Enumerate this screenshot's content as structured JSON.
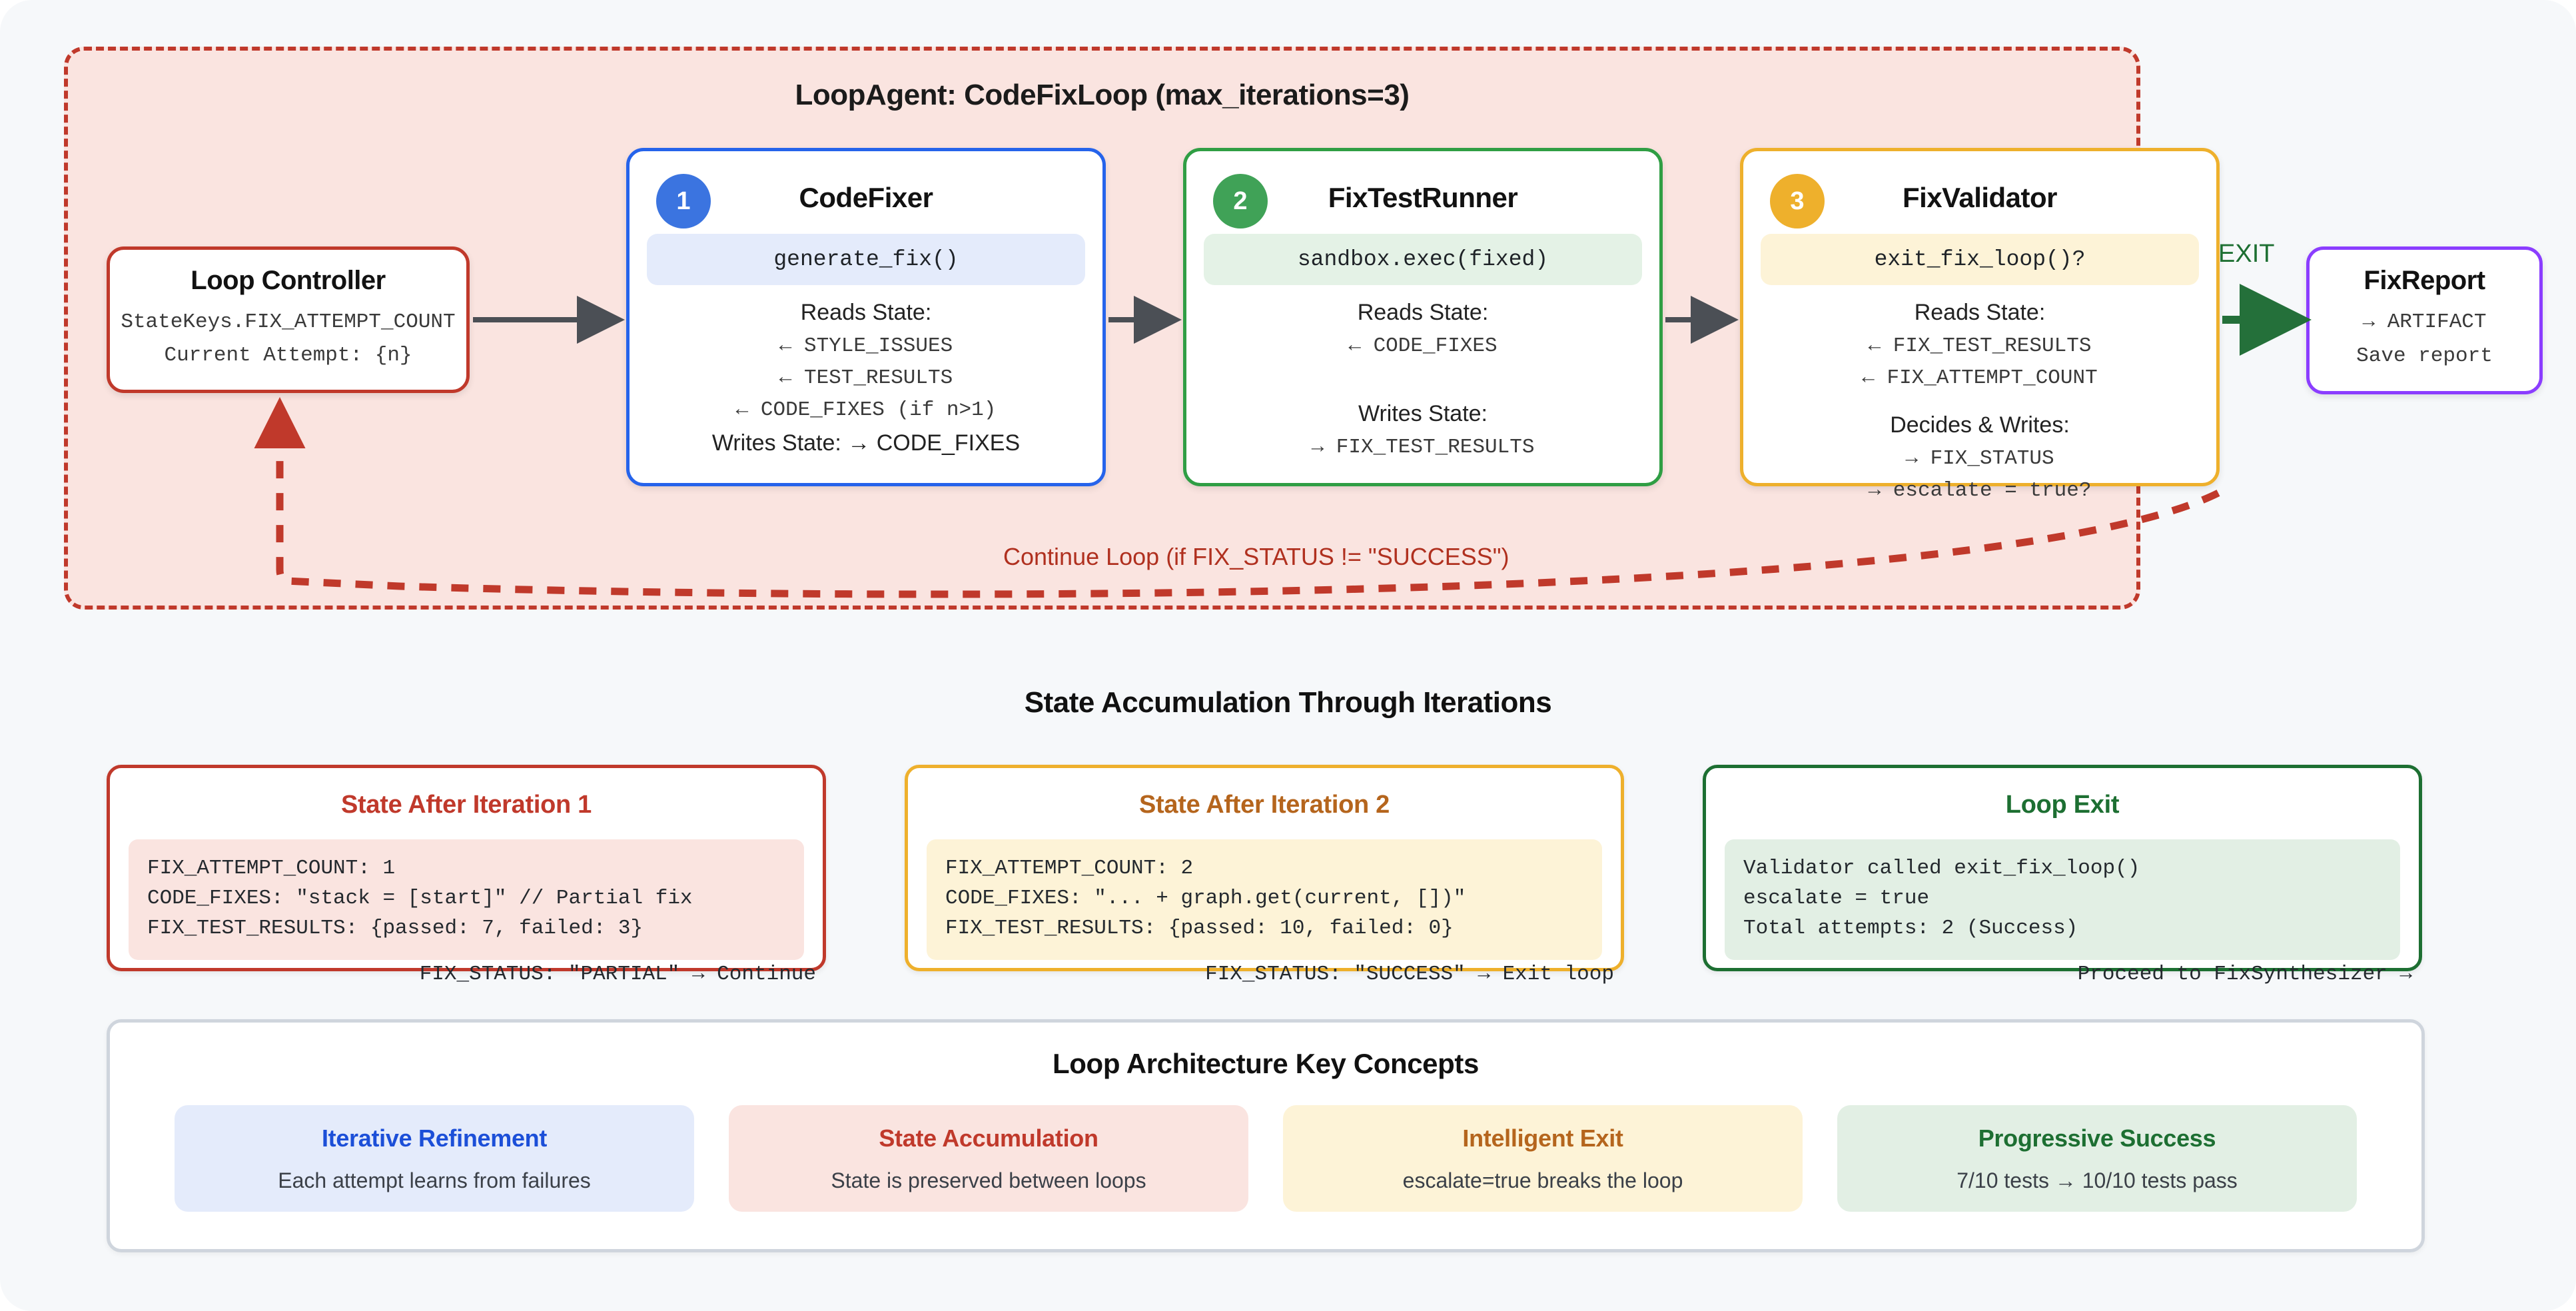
{
  "loop": {
    "title": "LoopAgent: CodeFixLoop (max_iterations=3)",
    "controller": {
      "title": "Loop Controller",
      "line1": "StateKeys.FIX_ATTEMPT_COUNT",
      "line2": "Current Attempt: {n}"
    },
    "nodes": [
      {
        "badge": "1",
        "title": "CodeFixer",
        "chip": "generate_fix()",
        "reads_label": "Reads State:",
        "reads": [
          "← STYLE_ISSUES",
          "← TEST_RESULTS",
          "← CODE_FIXES (if n>1)"
        ],
        "writes_inline": "Writes State: → CODE_FIXES",
        "accent": "#2563eb"
      },
      {
        "badge": "2",
        "title": "FixTestRunner",
        "chip": "sandbox.exec(fixed)",
        "reads_label": "Reads State:",
        "reads": [
          "← CODE_FIXES"
        ],
        "writes_label": "Writes State:",
        "writes": [
          "→ FIX_TEST_RESULTS"
        ],
        "accent": "#2f9e44"
      },
      {
        "badge": "3",
        "title": "FixValidator",
        "chip": "exit_fix_loop()?",
        "reads_label": "Reads State:",
        "reads": [
          "← FIX_TEST_RESULTS",
          "← FIX_ATTEMPT_COUNT"
        ],
        "writes_label": "Decides & Writes:",
        "writes": [
          "→ FIX_STATUS",
          "→ escalate = true?"
        ],
        "accent": "#eeb02c"
      }
    ],
    "exit_label": "EXIT",
    "report": {
      "title": "FixReport",
      "line1": "→ ARTIFACT",
      "line2": "Save report"
    },
    "continue_label": "Continue Loop (if FIX_STATUS != \"SUCCESS\")"
  },
  "state_section": {
    "title": "State Accumulation Through Iterations",
    "cards": [
      {
        "title": "State After Iteration 1",
        "lines": [
          "FIX_ATTEMPT_COUNT: 1",
          "CODE_FIXES: \"stack = [start]\" // Partial fix",
          "FIX_TEST_RESULTS: {passed: 7, failed: 3}"
        ],
        "footer": "FIX_STATUS: \"PARTIAL\" → Continue",
        "accent": "#c0392b"
      },
      {
        "title": "State After Iteration 2",
        "lines": [
          "FIX_ATTEMPT_COUNT: 2",
          "CODE_FIXES: \"... + graph.get(current, [])\"",
          "FIX_TEST_RESULTS: {passed: 10, failed: 0}"
        ],
        "footer": "FIX_STATUS: \"SUCCESS\" → Exit loop",
        "accent": "#eeb02c"
      },
      {
        "title": "Loop Exit",
        "lines": [
          "Validator called exit_fix_loop()",
          "escalate = true",
          "Total attempts: 2 (Success)"
        ],
        "footer": "Proceed to FixSynthesizer →",
        "accent": "#1d6f32"
      }
    ]
  },
  "concepts_section": {
    "title": "Loop Architecture Key Concepts",
    "items": [
      {
        "title": "Iterative Refinement",
        "desc": "Each attempt learns from failures",
        "theme": "c-blue"
      },
      {
        "title": "State Accumulation",
        "desc": "State is preserved between loops",
        "theme": "c-red"
      },
      {
        "title": "Intelligent Exit",
        "desc": "escalate=true breaks the loop",
        "theme": "c-yellow"
      },
      {
        "title": "Progressive Success",
        "desc": "7/10 tests → 10/10 tests pass",
        "theme": "c-green"
      }
    ]
  },
  "colors": {
    "page_bg": "#f6f8fa",
    "loop_bg": "#fae4e0",
    "loop_border": "#c0392b",
    "blue": "#2563eb",
    "green": "#2f9e44",
    "yellow": "#eeb02c",
    "purple": "#8b3dff",
    "exit_green": "#1d6f32"
  }
}
